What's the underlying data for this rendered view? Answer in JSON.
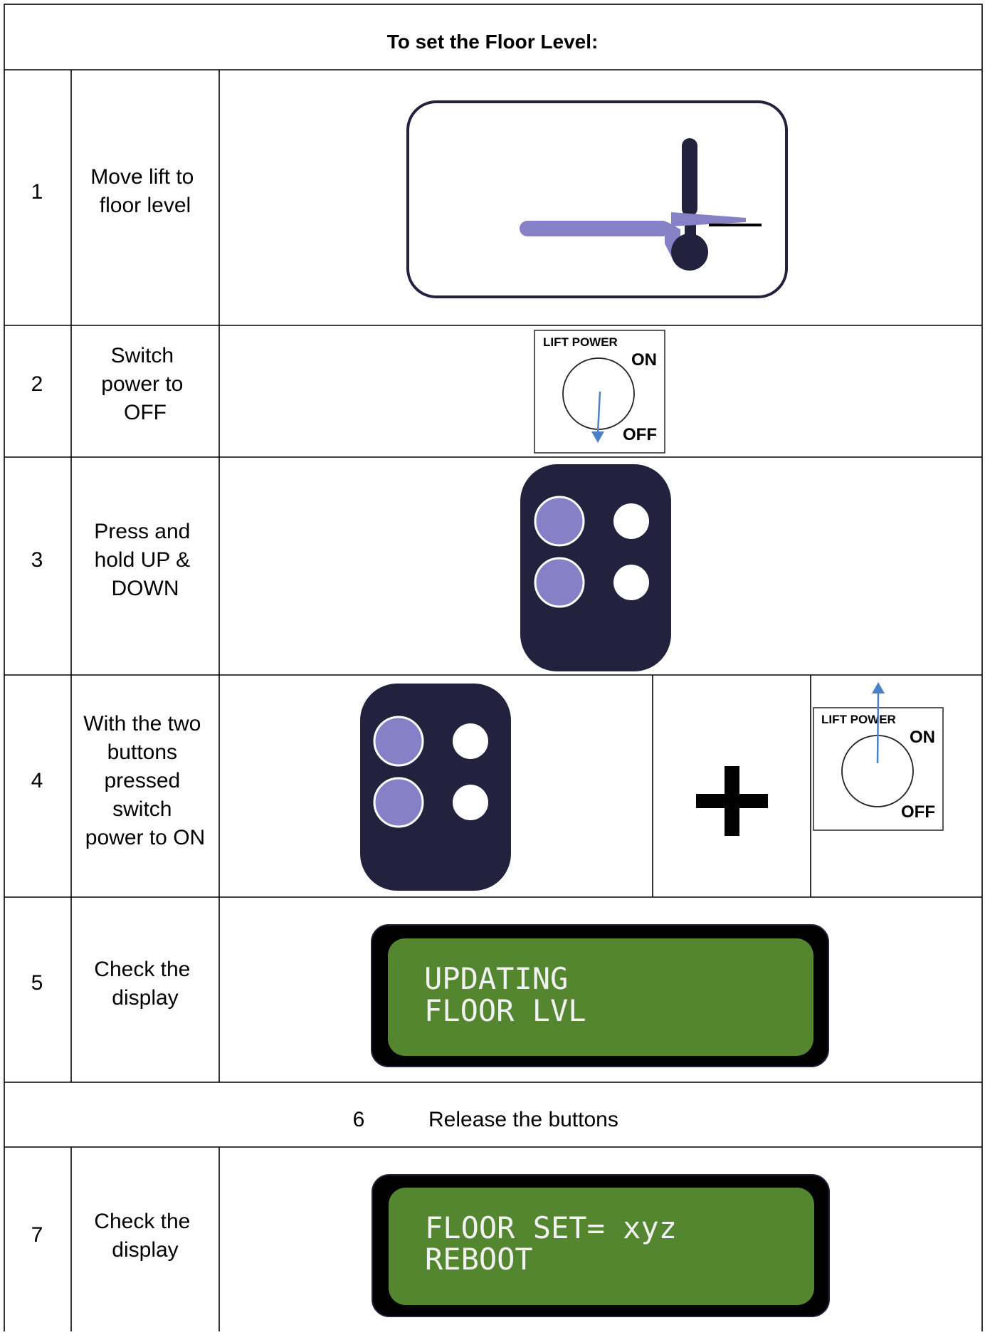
{
  "header": {
    "title": "To set the Floor Level:"
  },
  "steps": [
    {
      "number": "1",
      "instruction": [
        "Move lift to",
        "floor level"
      ]
    },
    {
      "number": "2",
      "instruction": [
        "Switch",
        "power to",
        "OFF"
      ]
    },
    {
      "number": "3",
      "instruction": [
        "Press and",
        "hold UP &",
        "DOWN"
      ]
    },
    {
      "number": "4",
      "instruction": [
        "With the two",
        "buttons",
        "pressed",
        "switch",
        "power to ON"
      ]
    },
    {
      "number": "5",
      "instruction": [
        "Check the",
        "display"
      ]
    },
    {
      "number": "6",
      "instruction": [
        "Release the buttons"
      ]
    },
    {
      "number": "7",
      "instruction": [
        "Check the",
        "display"
      ]
    }
  ],
  "switch_panel": {
    "label": "LIFT POWER",
    "on_label": "ON",
    "off_label": "OFF"
  },
  "plus_symbol": "+",
  "display_step5": {
    "line1": "UPDATING",
    "line2": "FLOOR LVL"
  },
  "display_step7": {
    "line1": "FLOOR SET= xyz",
    "line2": "REBOOT"
  },
  "colors": {
    "navy": "#22223f",
    "lavender": "#8680c6",
    "lcd_green": "#53862f",
    "lcd_bezel": "#000000",
    "arrow_blue": "#4a82c4"
  },
  "icons": [
    "lift-level-icon",
    "power-switch-icon",
    "button-pad-icon",
    "plus-icon",
    "lcd-display-icon"
  ]
}
